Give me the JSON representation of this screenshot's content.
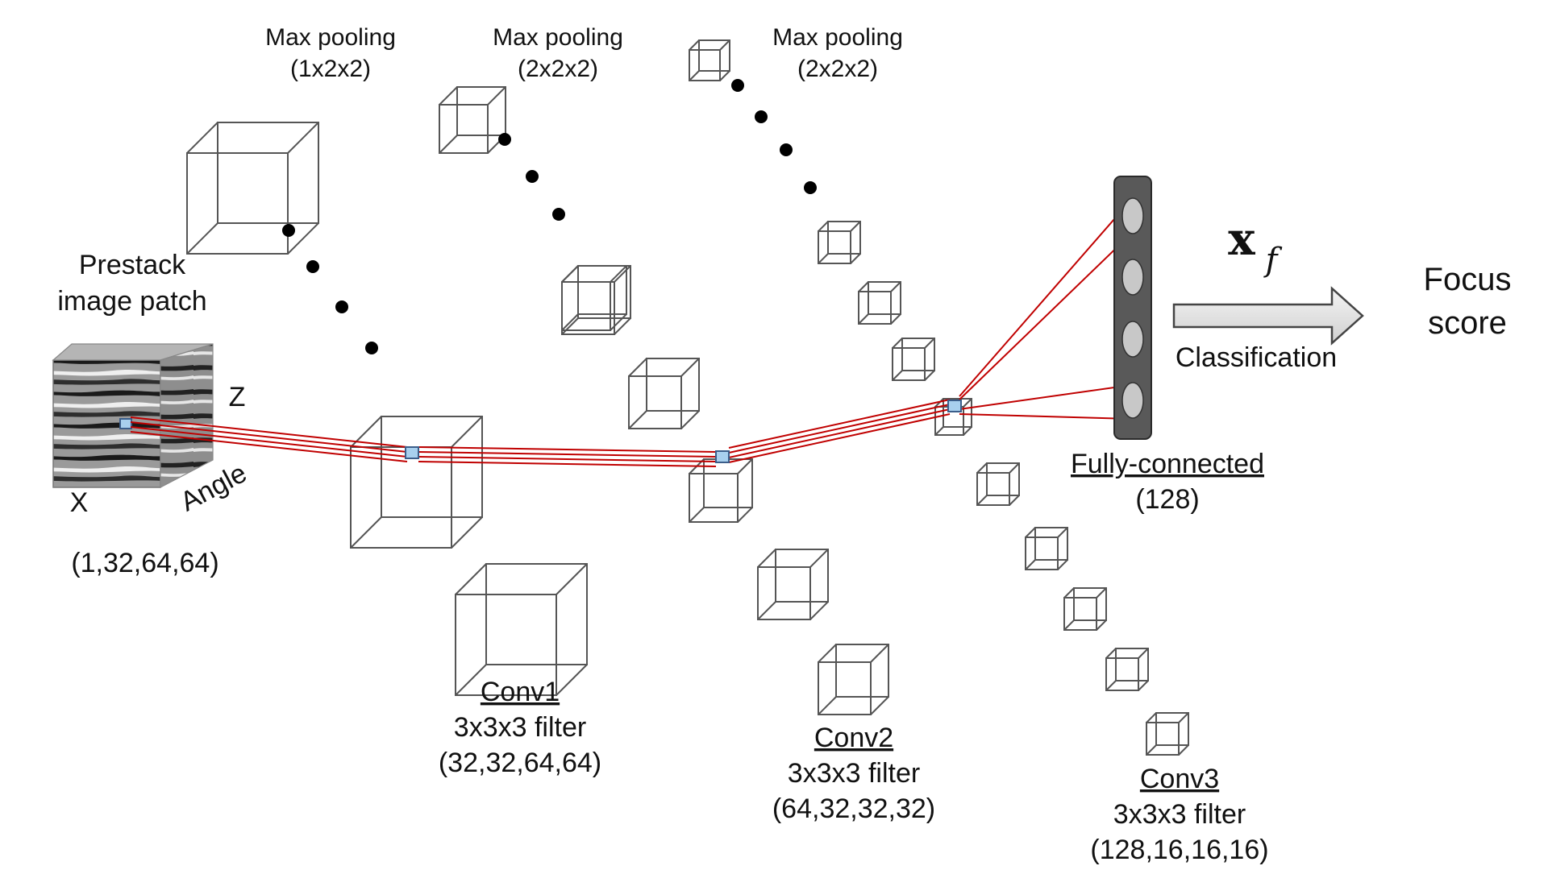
{
  "input": {
    "title_line1": "Prestack",
    "title_line2": "image patch",
    "axis_z": "Z",
    "axis_x": "X",
    "axis_angle": "Angle",
    "shape": "(1,32,64,64)"
  },
  "pooling": [
    {
      "line1": "Max pooling",
      "line2": "(1x2x2)"
    },
    {
      "line1": "Max pooling",
      "line2": "(2x2x2)"
    },
    {
      "line1": "Max pooling",
      "line2": "(2x2x2)"
    }
  ],
  "conv1": {
    "name": "Conv1",
    "filter": "3x3x3 filter",
    "shape": "(32,32,64,64)"
  },
  "conv2": {
    "name": "Conv2",
    "filter": "3x3x3 filter",
    "shape": "(64,32,32,32)"
  },
  "conv3": {
    "name": "Conv3",
    "filter": "3x3x3 filter",
    "shape": "(128,16,16,16)"
  },
  "fc": {
    "name": "Fully-connected",
    "size": "(128)"
  },
  "output": {
    "symbol": "x",
    "subscript": "f",
    "arrow_label": "Classification",
    "line1": "Focus",
    "line2": "score"
  },
  "colors": {
    "connection": "#c00000",
    "cube_stroke": "#555555",
    "fc_fill": "#595959",
    "node_fill": "#c8c8c8"
  }
}
